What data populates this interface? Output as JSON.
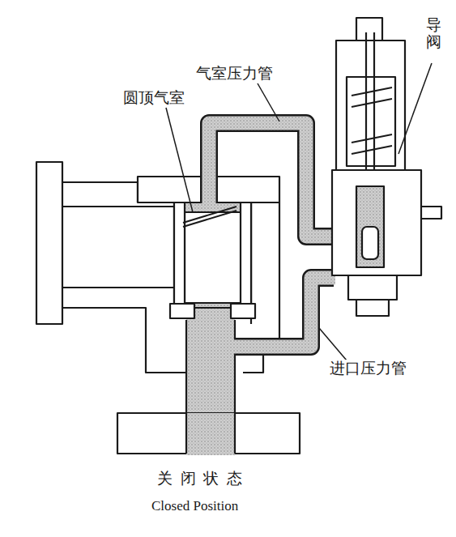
{
  "diagram": {
    "caption": "关闭状态",
    "labels": [
      "导阀",
      "气室压力管",
      "圆顶气室",
      "进口压力管",
      "Closed Position"
    ]
  }
}
